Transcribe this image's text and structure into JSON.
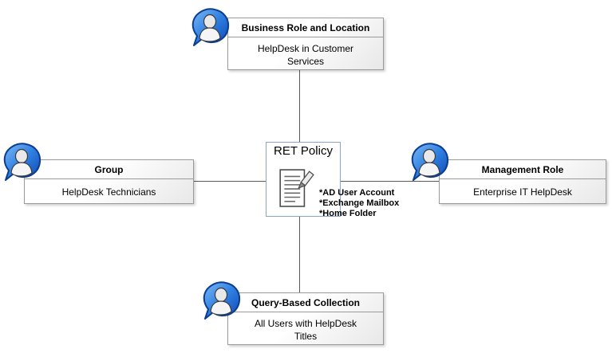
{
  "diagram": {
    "nodes": {
      "top": {
        "title": "Business Role and Location",
        "subtitle": "HelpDesk in Customer Services"
      },
      "left": {
        "title": "Group",
        "subtitle": "HelpDesk Technicians"
      },
      "right": {
        "title": "Management Role",
        "subtitle": "Enterprise IT HelpDesk"
      },
      "bottom": {
        "title": "Query-Based Collection",
        "subtitle": "All Users with HelpDesk Titles"
      }
    },
    "center": {
      "title": "RET Policy",
      "provisions": [
        "*AD User Account",
        "*Exchange Mailbox",
        "*Home Folder"
      ]
    },
    "icons": {
      "person": "person-icon",
      "document": "document-pencil-icon"
    },
    "colors": {
      "icon_blue": "#2f7fe0",
      "icon_blue_dark": "#0b3d91",
      "connector": "#595959",
      "box_border": "#9a9a9a",
      "center_border": "#8aa4cc"
    }
  }
}
